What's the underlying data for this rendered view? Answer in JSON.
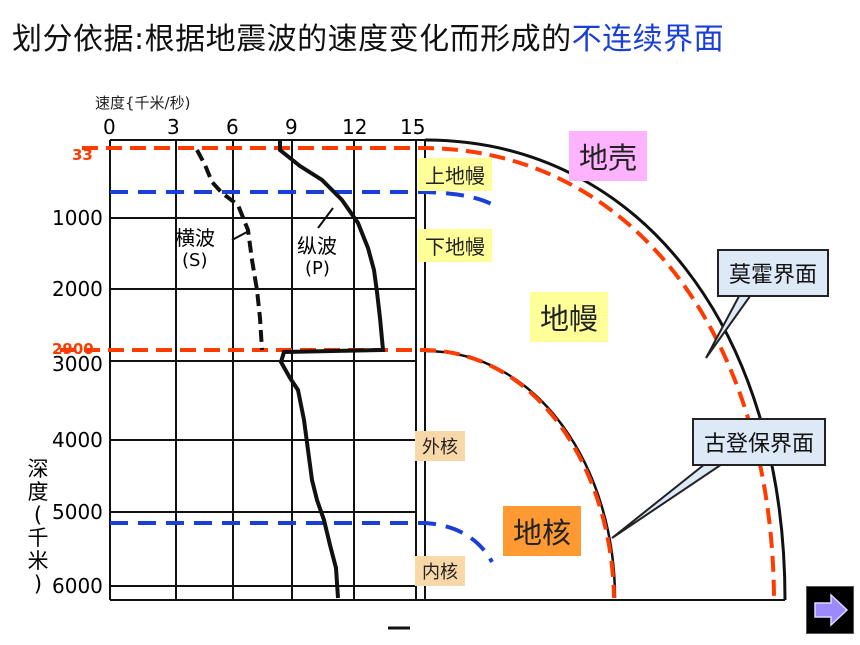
{
  "title": {
    "prefix": "划分依据:根据地震波的速度变化而形成的",
    "highlight": "不连续界面"
  },
  "velocity_axis": {
    "unit": "速度{千米/秒)",
    "ticks": [
      "0",
      "3",
      "6",
      "9",
      "12",
      "15"
    ]
  },
  "depth_axis": {
    "label_chars": [
      "深",
      "度",
      "(",
      "千",
      "米",
      ")"
    ],
    "ticks": [
      "1000",
      "2000",
      "3000",
      "4000",
      "5000",
      "6000"
    ]
  },
  "boundary_marks": {
    "moho": "33",
    "gutenberg": "2900"
  },
  "waves": {
    "s_wave_label": "横波",
    "s_wave_sym": "(S)",
    "p_wave_label": "纵波",
    "p_wave_sym": "(P)"
  },
  "layers": {
    "upper_mantle": "上地幔",
    "lower_mantle": "下地幔",
    "outer_core": "外核",
    "inner_core": "内核",
    "crust": "地壳",
    "mantle": "地幔",
    "core": "地核"
  },
  "callouts": {
    "moho": "莫霍界面",
    "gutenberg": "古登保界面"
  },
  "colors": {
    "boundary_dashed": "#ff3b00",
    "blue_dashed": "#1a3fd6",
    "title_highlight": "#1a3fd6",
    "nav": "#9c88ff"
  }
}
